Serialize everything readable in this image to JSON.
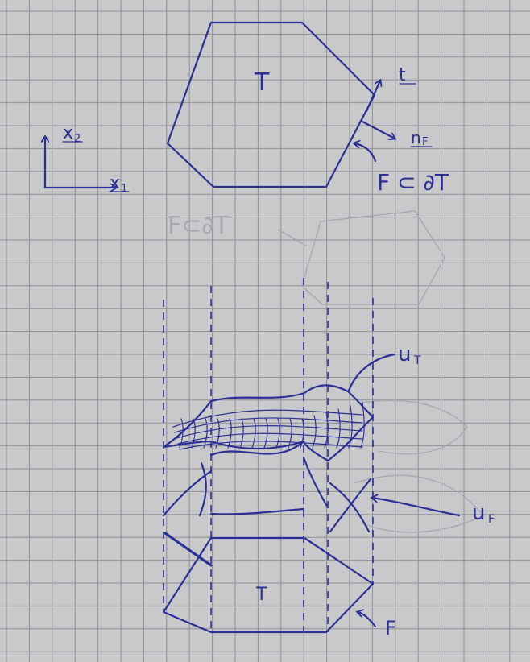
{
  "colors": {
    "paper": "#c9c9cb",
    "grid": "#8f9096",
    "ink": "#2c2f94",
    "ghost": "#a8a8b0"
  },
  "labels": {
    "cell_top": "T",
    "tangent": "t",
    "normal": "n",
    "normal_sub": "F",
    "face_relation": "F ⊂ ∂T",
    "axis_x": "x",
    "axis_x_sub": "1",
    "axis_y": "x",
    "axis_y_sub": "2",
    "ghost_text": "F⊂∂T",
    "u_t": "u",
    "u_t_sub": "T",
    "u_f": "u",
    "u_f_sub": "F",
    "cell_bottom": "T",
    "face_bottom": "F"
  }
}
